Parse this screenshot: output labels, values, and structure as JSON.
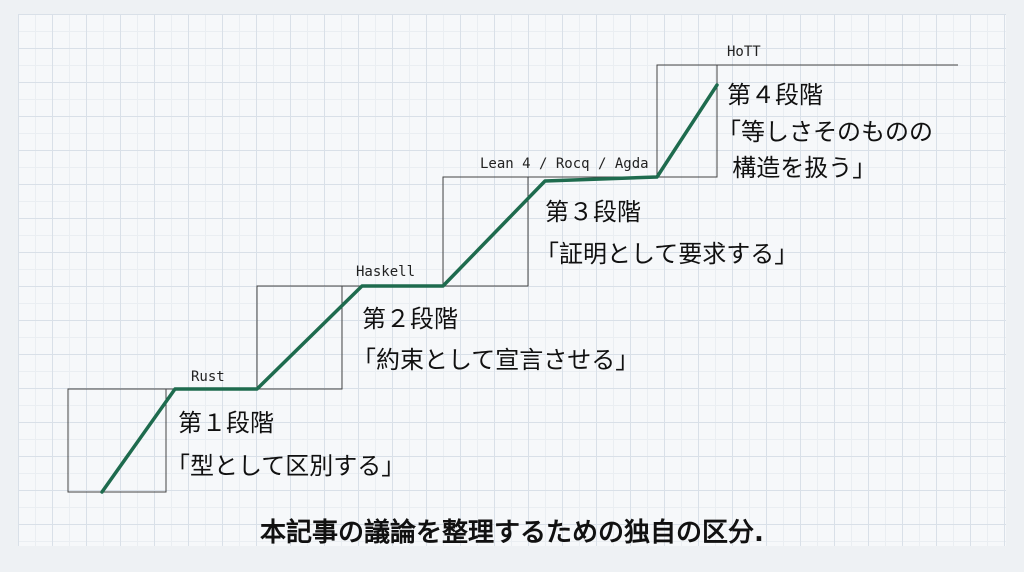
{
  "steps": [
    {
      "tool": "Rust",
      "stage": "第１段階",
      "description": [
        "「型として区別する」"
      ]
    },
    {
      "tool": "Haskell",
      "stage": "第２段階",
      "description": [
        "「約束として宣言させる」"
      ]
    },
    {
      "tool": "Lean 4 / Rocq / Agda",
      "stage": "第３段階",
      "description": [
        "「証明として要求する」"
      ]
    },
    {
      "tool": "HoTT",
      "stage": "第４段階",
      "description": [
        "「等しさそのものの",
        "  構造を扱う」"
      ]
    }
  ],
  "caption": "本記事の議論を整理するための独自の区分.",
  "colors": {
    "line": "#1e6b4e",
    "box": "#444444",
    "text": "#111111"
  }
}
